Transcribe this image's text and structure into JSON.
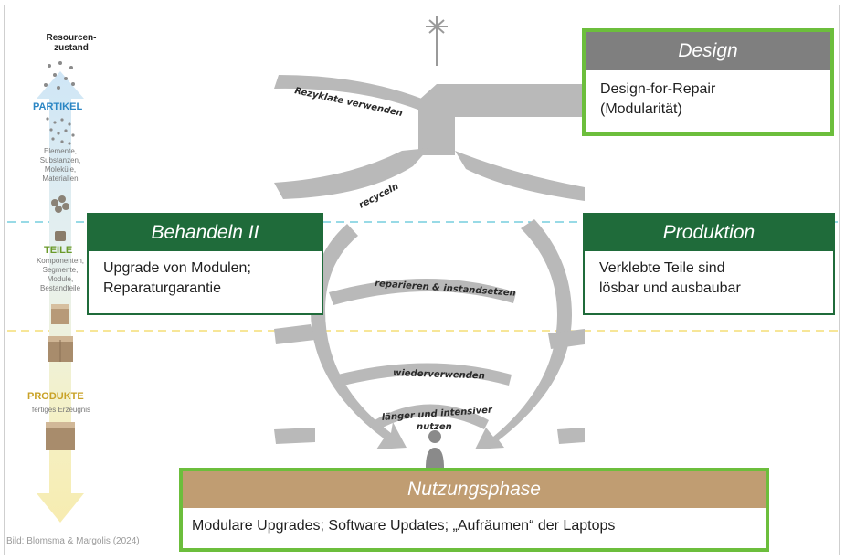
{
  "scale": {
    "title_line1": "Resourcen-",
    "title_line2": "zustand",
    "partikel": "PARTIKEL",
    "partikel_sub": [
      "Elemente,",
      "Substanzen,",
      "Moleküle,",
      "Materialien"
    ],
    "teile": "TEILE",
    "teile_sub": [
      "Komponenten,",
      "Segmente,",
      "Module,",
      "Bestandteile"
    ],
    "produkte": "PRODUKTE",
    "produkte_sub": "fertiges Erzeugnis"
  },
  "loops": {
    "rezyklate": "Rezyklate verwenden",
    "recyceln": "recyceln",
    "reparieren": "reparieren & instandsetzen",
    "wiederverwenden": "wiederverwenden",
    "laenger_line1": "länger und intensiver",
    "laenger_line2": "nutzen"
  },
  "boxes": {
    "design": {
      "title": "Design",
      "line1": "Design-for-Repair",
      "line2": "(Modularität)"
    },
    "behandeln": {
      "title": "Behandeln II",
      "line1": "Upgrade von Modulen;",
      "line2": "Reparaturgarantie"
    },
    "produktion": {
      "title": "Produktion",
      "line1": "Verklebte Teile sind",
      "line2": "lösbar und ausbaubar"
    },
    "nutzung": {
      "title": "Nutzungsphase",
      "line1": "Modulare Upgrades; Software Updates; „Aufräumen“ der Laptops"
    }
  },
  "credit": "Bild: Blomsma & Margolis (2024)",
  "colors": {
    "green_border": "#6cbe3c",
    "dark_green": "#1f6b3a",
    "grey_header": "#7f7f7f",
    "tan_header": "#c09d72",
    "teal_dash": "#5bc4d6",
    "yellow_dash": "#f2d65a",
    "loop_grey": "#b9b9b9"
  }
}
